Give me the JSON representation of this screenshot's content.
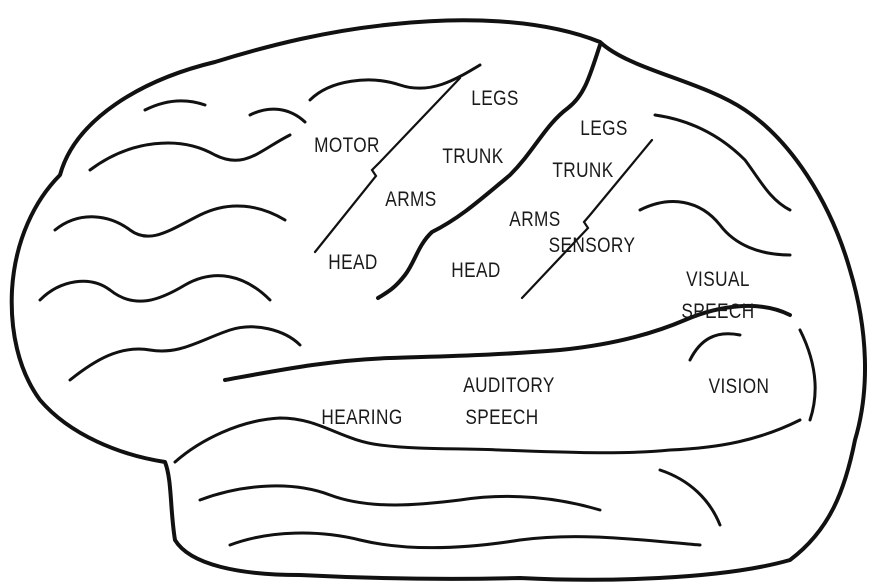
{
  "labels": {
    "motor": "MOTOR",
    "motor_legs": "LEGS",
    "motor_trunk": "TRUNK",
    "motor_arms": "ARMS",
    "motor_head": "HEAD",
    "sensory": "SENSORY",
    "sensory_legs": "LEGS",
    "sensory_trunk": "TRUNK",
    "sensory_arms": "ARMS",
    "sensory_head": "HEAD",
    "visual_speech_line1": "VISUAL",
    "visual_speech_line2": "SPEECH",
    "vision": "VISION",
    "hearing": "HEARING",
    "auditory_speech_line1": "AUDITORY",
    "auditory_speech_line2": "SPEECH"
  },
  "colors": {
    "ink": "#111111",
    "background": "#ffffff"
  }
}
